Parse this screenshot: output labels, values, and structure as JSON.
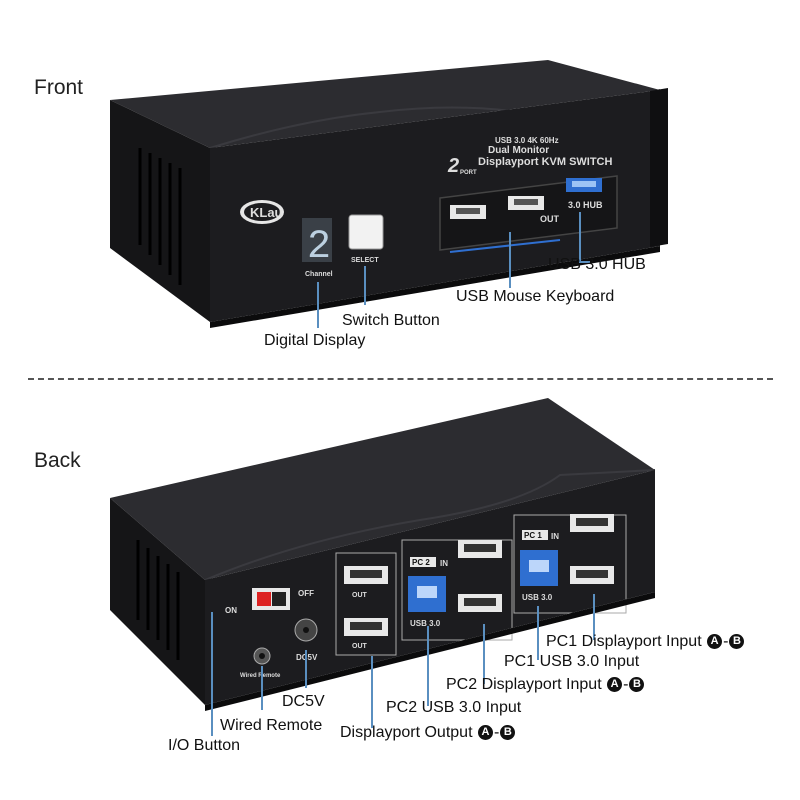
{
  "sections": {
    "front": "Front",
    "back": "Back"
  },
  "device_front": {
    "logo": "KLau",
    "model_line1": "USB 3.0  4K  60Hz",
    "model_line2": "Dual Monitor",
    "model_line3": "Displayport  KVM SWITCH",
    "port_count": "2",
    "port_word": "PORT",
    "digit": "2",
    "digit_caption": "Channel",
    "select_caption": "SELECT",
    "out_caption": "OUT",
    "hub_caption": "3.0 HUB"
  },
  "device_back": {
    "on": "ON",
    "off": "OFF",
    "wired_remote": "Wired Remote",
    "dc5v": "DC5V",
    "out_b": "OUT",
    "out_a": "OUT",
    "pc2": "PC 2",
    "pc1": "PC 1",
    "in": "IN",
    "usb30_pc2": "USB 3.0",
    "usb30_pc1": "USB 3.0"
  },
  "callouts_front": {
    "usb_hub": "USB 3.0 HUB",
    "usb_mouse_keyboard": "USB Mouse Keyboard",
    "switch_button": "Switch Button",
    "digital_display": "Digital Display"
  },
  "callouts_back": {
    "pc1_dp_input": "PC1 Displayport Input",
    "pc1_usb": "PC1 USB 3.0 Input",
    "pc2_dp_input": "PC2 Displayport Input",
    "pc2_usb": "PC2 USB 3.0 Input",
    "dp_output": "Displayport Output",
    "dc5v": "DC5V",
    "wired_remote": "Wired Remote",
    "io_button": "I/O Button",
    "marker_a": "A",
    "marker_b": "B",
    "range_dash": "-"
  },
  "colors": {
    "device_body": "#1b1b1d",
    "device_top": "#2a2a2d",
    "accent_blue": "#2f6fd0",
    "callout_line": "#5a8fc0"
  }
}
